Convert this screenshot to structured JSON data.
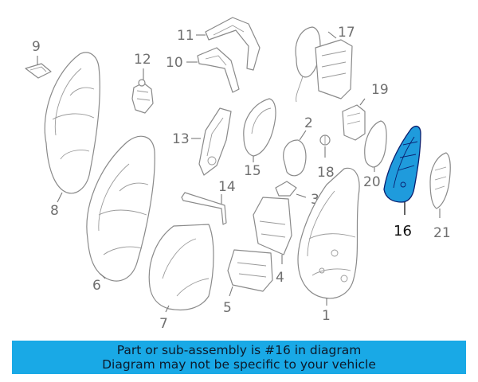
{
  "diagram": {
    "callouts": {
      "c1": "1",
      "c2": "2",
      "c3": "3",
      "c4": "4",
      "c5": "5",
      "c6": "6",
      "c7": "7",
      "c8": "8",
      "c9": "9",
      "c10": "10",
      "c11": "11",
      "c12": "12",
      "c13": "13",
      "c14": "14",
      "c15": "15",
      "c16": "16",
      "c17": "17",
      "c18": "18",
      "c19": "19",
      "c20": "20",
      "c21": "21"
    },
    "highlighted_part": "16",
    "highlight_color": "#1f9bdc",
    "highlight_outline_color": "#0a1e6e",
    "line_color": "#8a8a8a"
  },
  "banner": {
    "line1": "Part or sub-assembly is #16 in diagram",
    "line2": "Diagram may not be specific to your vehicle",
    "background_color": "#19a9e6"
  }
}
